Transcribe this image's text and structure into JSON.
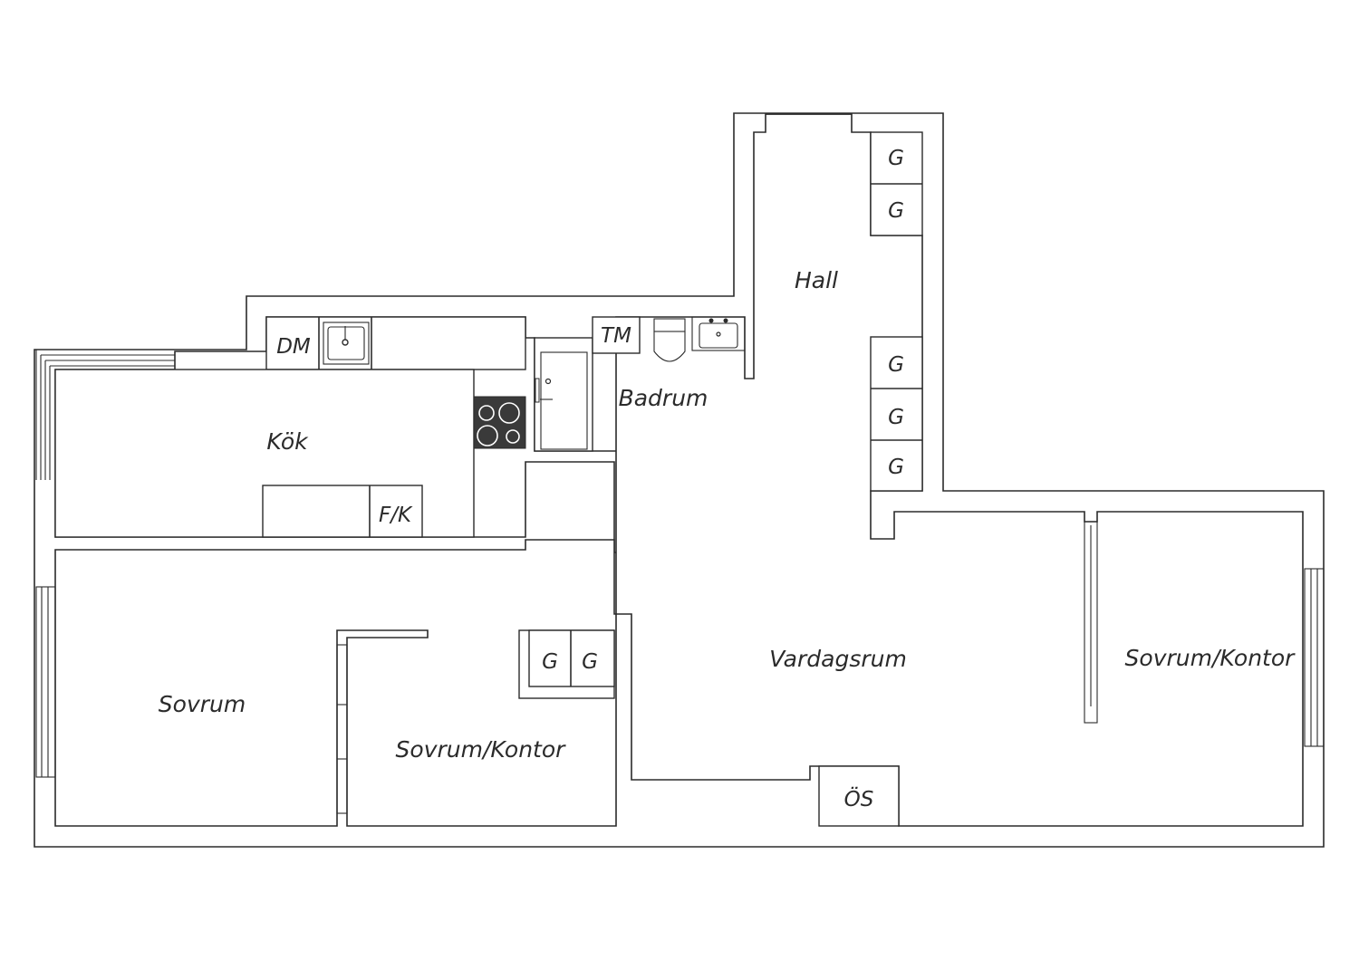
{
  "rooms": {
    "hall": "Hall",
    "kok": "Kök",
    "badrum": "Badrum",
    "vardagsrum": "Vardagsrum",
    "sovrum": "Sovrum",
    "sovrum_kontor_1": "Sovrum/Kontor",
    "sovrum_kontor_2": "Sovrum/Kontor"
  },
  "fixtures": {
    "dm": "DM",
    "tm": "TM",
    "fk": "F/K",
    "os": "ÖS",
    "g1": "G",
    "g2": "G",
    "g3": "G",
    "g4": "G",
    "g5": "G",
    "g6": "G",
    "g7": "G"
  },
  "icons": [
    "sink-icon",
    "washbasin-icon",
    "toilet-icon",
    "shower-icon",
    "stove-icon",
    "window-icon",
    "front-door-icon"
  ],
  "colors": {
    "line": "#2b2b2b",
    "background": "#ffffff",
    "stove": "#3a3a3a"
  }
}
